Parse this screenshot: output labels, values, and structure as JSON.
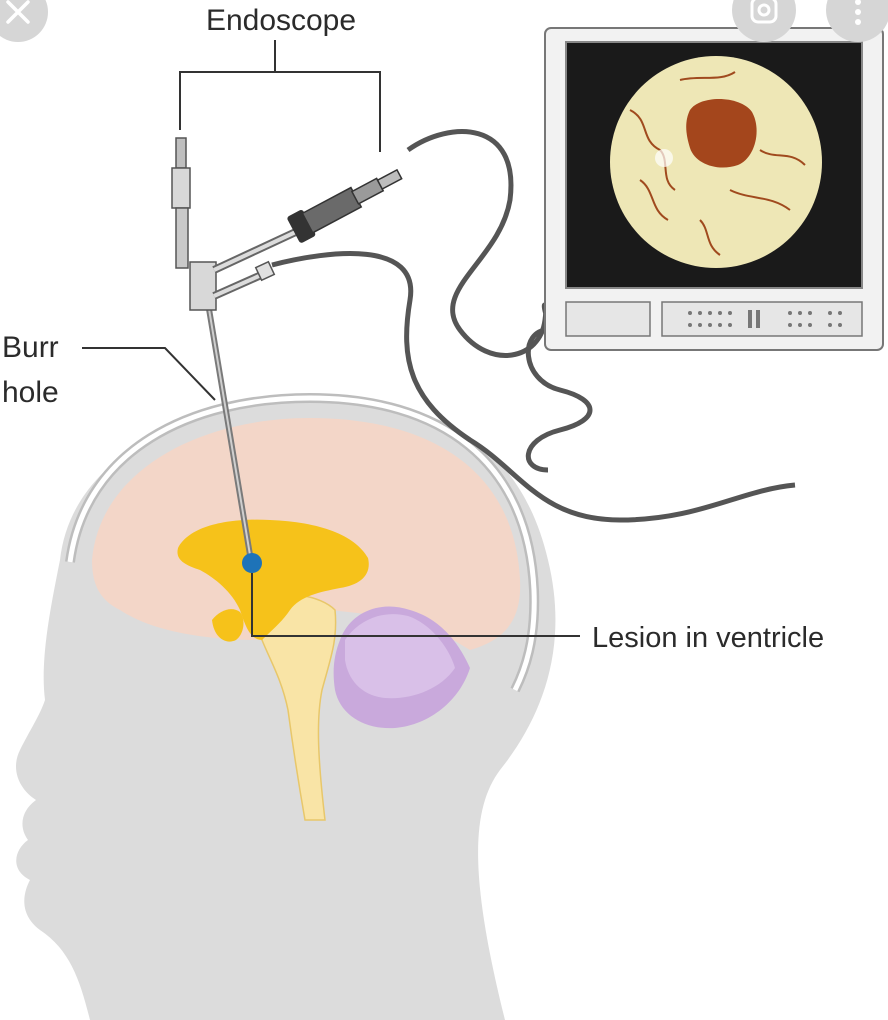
{
  "diagram": {
    "labels": {
      "endoscope": "Endoscope",
      "burr_hole_line1": "Burr",
      "burr_hole_line2": "hole",
      "lesion": "Lesion in ventricle"
    }
  },
  "overlay": {
    "close_icon": "close-icon",
    "lens_icon": "lens-icon",
    "more_icon": "more-vert-icon"
  },
  "colors": {
    "brain": "#f3d6c8",
    "head": "#dcdcdc",
    "ventricle": "#f6c21a",
    "brainstem": "#f9e4a6",
    "cerebellum": "#c9a9dc",
    "lesion": "#1e73b8",
    "monitor_screen": "#1a1a1a",
    "view_disc": "#eee7b6",
    "view_lesion": "#a4461c"
  }
}
